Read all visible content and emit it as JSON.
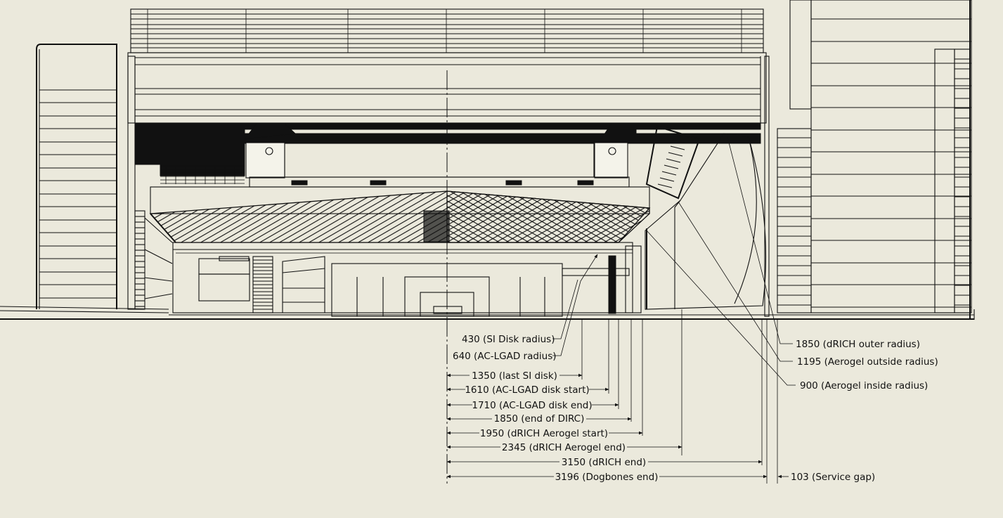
{
  "annotations": {
    "radial": {
      "si_disk_radius": "430 (SI Disk radius)",
      "ac_lgad_radius": "640 (AC-LGAD radius)"
    },
    "drich": {
      "outer_radius": "1850 (dRICH outer radius)",
      "aerogel_outside_radius": "1195 (Aerogel outside radius)",
      "aerogel_inside_radius": "900 (Aerogel inside radius)"
    },
    "axial": [
      "1350 (last SI disk)",
      "1610 (AC-LGAD disk start)",
      "1710 (AC-LGAD disk end)",
      "1850 (end of DIRC)",
      "1950 (dRICH Aerogel start)",
      "2345 (dRICH Aerogel end)",
      "3150 (dRICH end)",
      "3196 (Dogbones end)"
    ],
    "service_gap": "103 (Service gap)"
  },
  "colors": {
    "background": "#ebe9dc",
    "line": "#111111"
  }
}
